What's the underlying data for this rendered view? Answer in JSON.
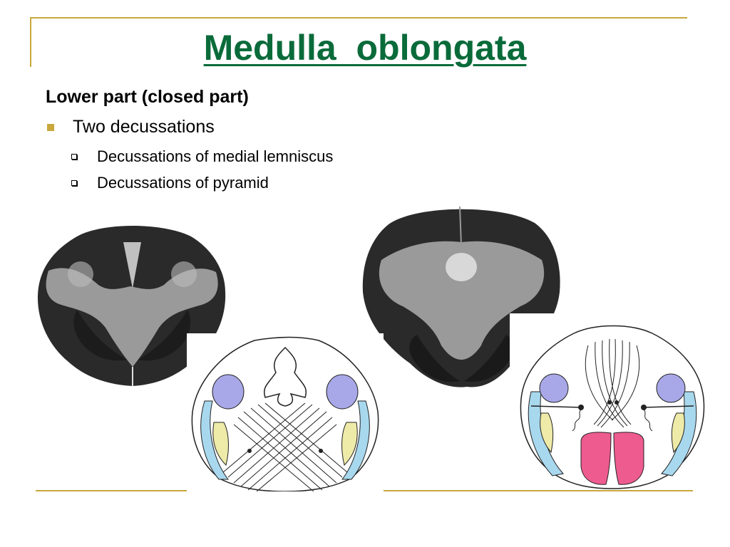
{
  "slide": {
    "title": "Medulla  oblongata",
    "heading": "Lower part (closed part)",
    "bullet": "Two decussations",
    "subbullets": [
      "Decussations of medial lemniscus",
      "Decussations of pyramid"
    ]
  },
  "colors": {
    "title": "#0a6b3a",
    "accent": "#c8a83c",
    "pyramid_fill": "#ee5b8f",
    "nucleus_fill": "#a8a8e8",
    "tract_fill": "#a8d8ee",
    "tract_inner": "#eeeaa8"
  }
}
